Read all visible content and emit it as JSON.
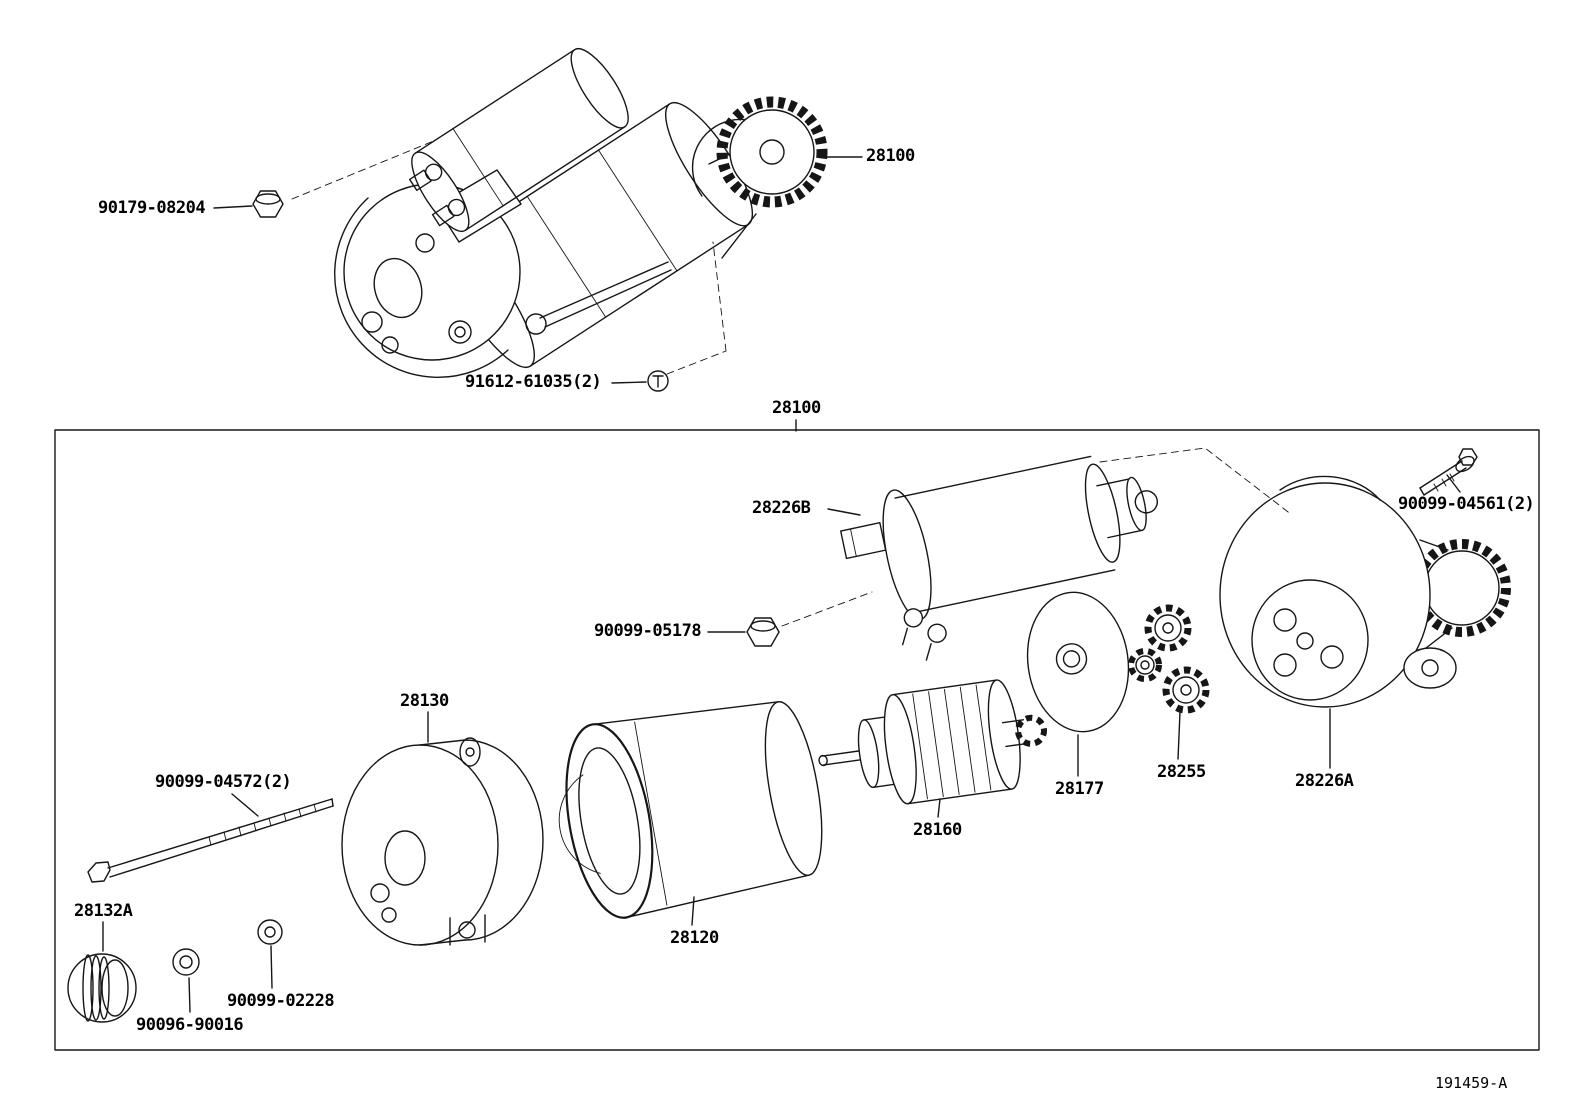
{
  "style": {
    "background": "#ffffff",
    "line_color": "#161616"
  },
  "diagram": {
    "code": "191459-A",
    "labels": {
      "assembly_top": "28100",
      "grommet": "90179-08204",
      "screw": "91612-61035(2)",
      "assembly_box": "28100",
      "magnetic_switch": "28226B",
      "mount_bolt": "90099-04561(2)",
      "lock_nut": "90099-05178",
      "end_frame": "28130",
      "through_bolt": "90099-04572(2)",
      "bearing_cover": "28132A",
      "washer_small": "90096-90016",
      "washer_plain": "90099-02228",
      "field_frame": "28120",
      "armature": "28160",
      "plate": "28177",
      "planetary_gear": "28255",
      "drive_housing": "28226A"
    }
  }
}
